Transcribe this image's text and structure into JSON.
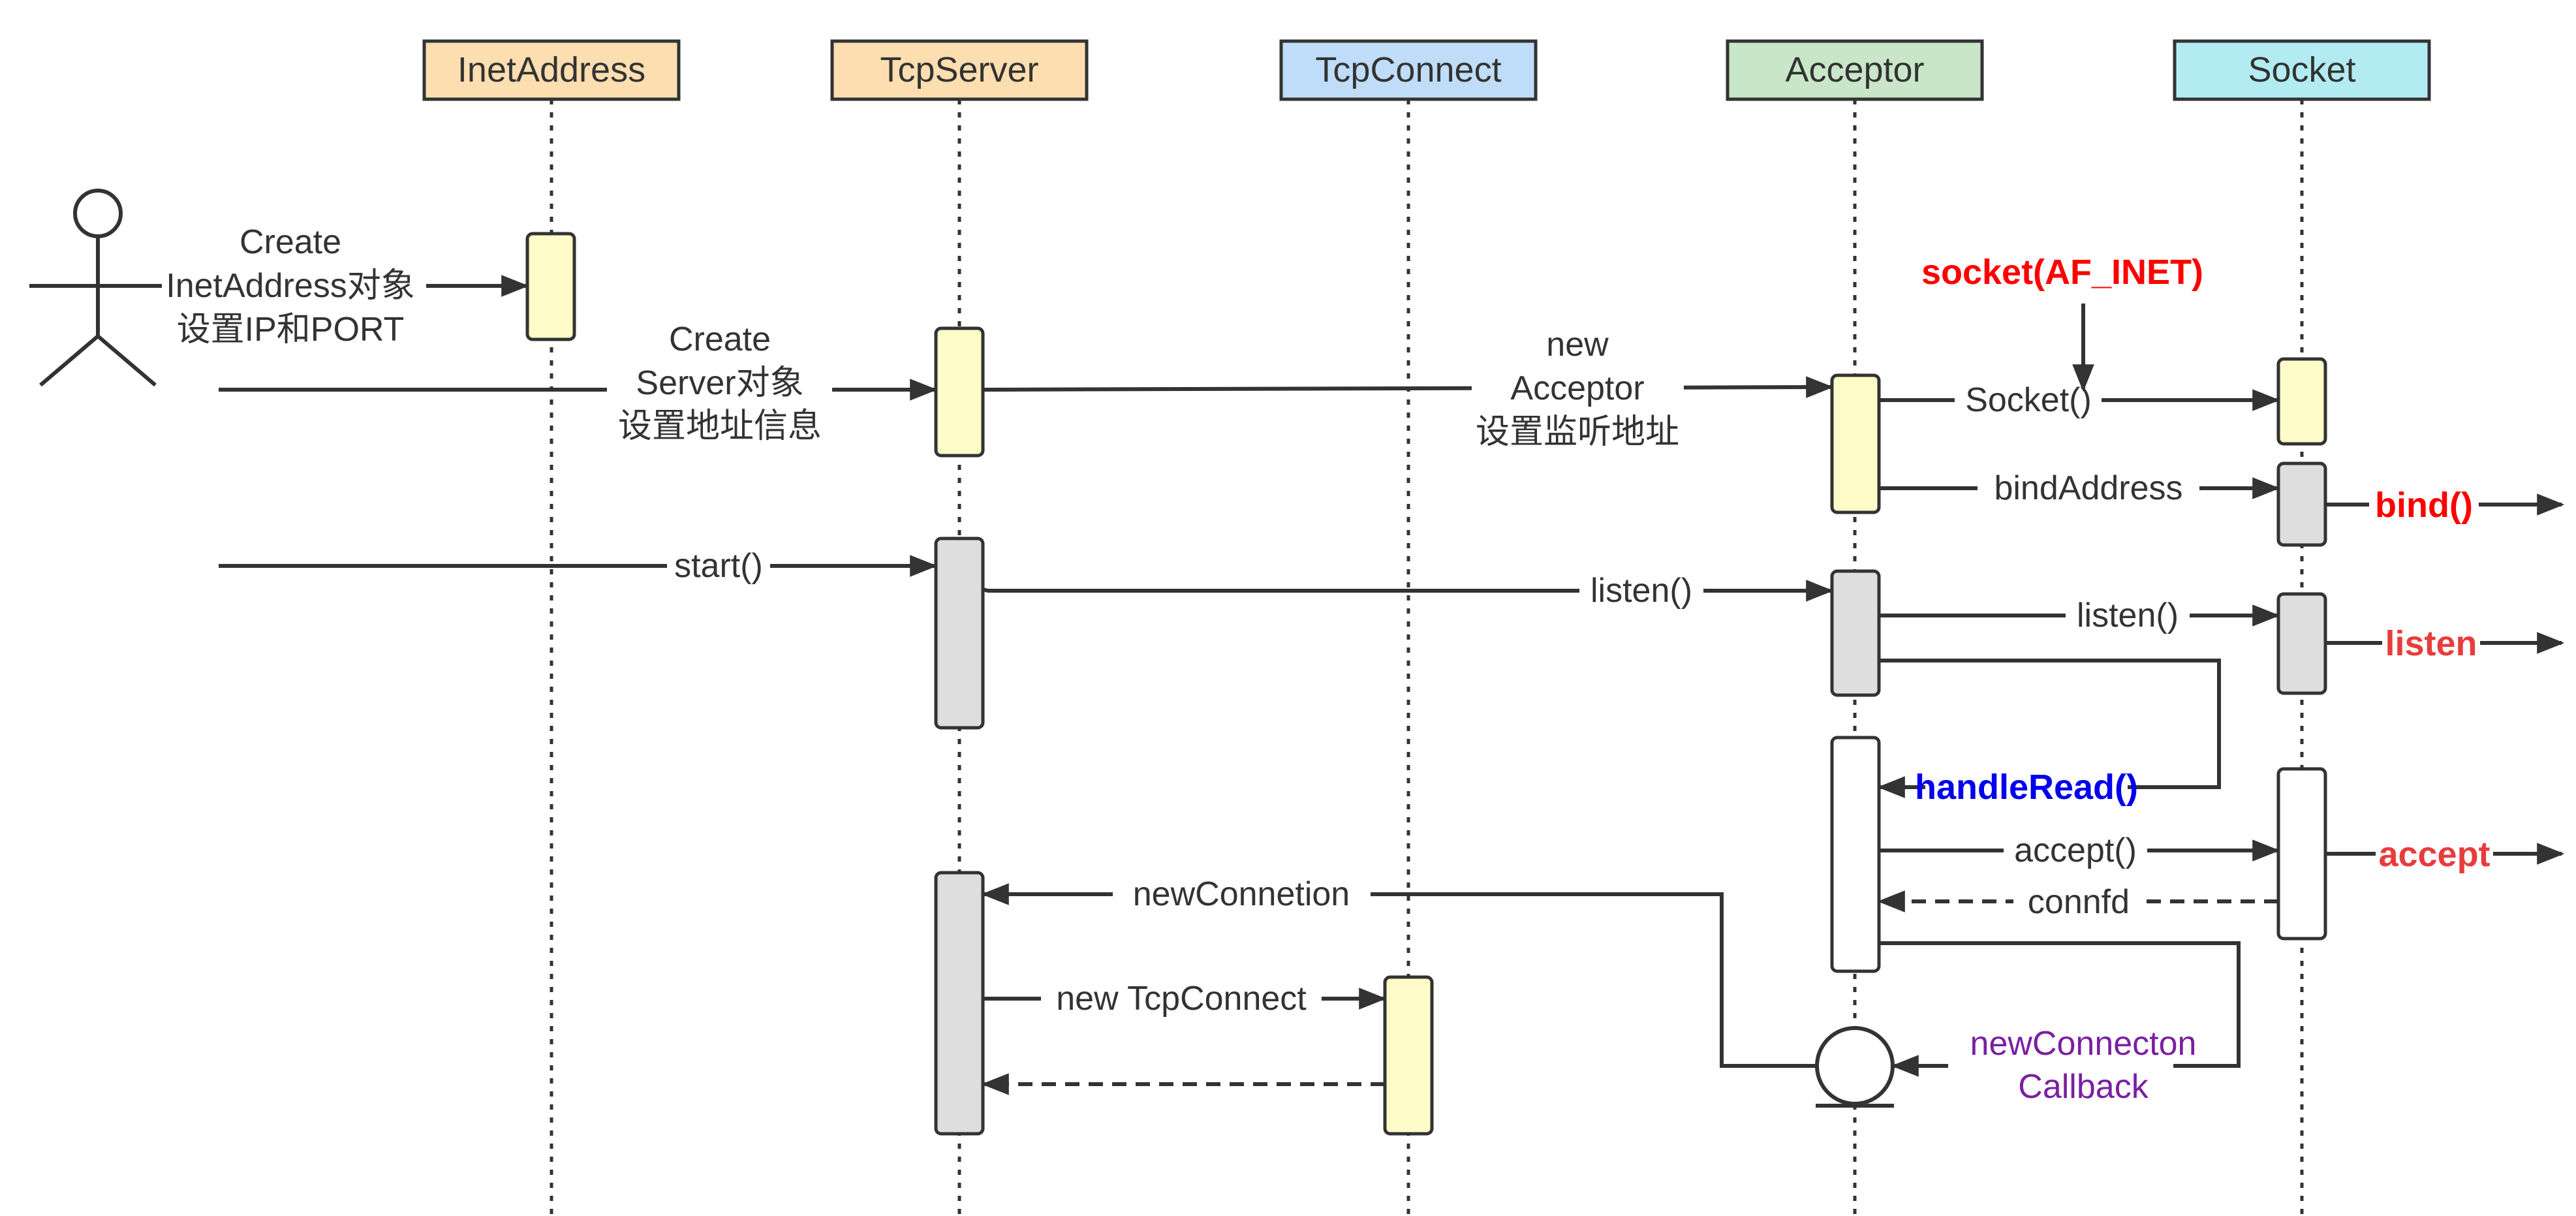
{
  "participants": [
    {
      "name": "InetAddress",
      "fill": "#fddeb0"
    },
    {
      "name": "TcpServer",
      "fill": "#fddeb0"
    },
    {
      "name": "TcpConnect",
      "fill": "#bfddf8"
    },
    {
      "name": "Acceptor",
      "fill": "#c9e6c9"
    },
    {
      "name": "Socket",
      "fill": "#b2ecf2"
    }
  ],
  "messages": {
    "create_inet": [
      "Create",
      "InetAddress对象",
      "设置IP和PORT"
    ],
    "create_server": [
      "Create",
      "Server对象",
      "设置地址信息"
    ],
    "new_acceptor": [
      "new",
      "Acceptor",
      "设置监听地址"
    ],
    "socket_call": "Socket()",
    "socket_af_inet": "socket(AF_INET)",
    "bind_address": "bindAddress",
    "bind": "bind()",
    "start": "start()",
    "listen_server": "listen()",
    "listen_acceptor": "listen()",
    "listen_sys": "listen",
    "handle_read": "handleRead()",
    "accept_call": "accept()",
    "accept_sys": "accept",
    "connfd": "connfd",
    "new_connection": "newConnetion",
    "new_tcpconnect": "new TcpConnect",
    "callback": [
      "newConnecton",
      "Callback"
    ]
  },
  "colors": {
    "activation_yellow": "#fffbc8",
    "activation_gray": "#dedede",
    "activation_white": "#ffffff",
    "syscall_red": "#ff0000",
    "handle_blue": "#0000ee",
    "callback_purple": "#7a1fa2"
  }
}
